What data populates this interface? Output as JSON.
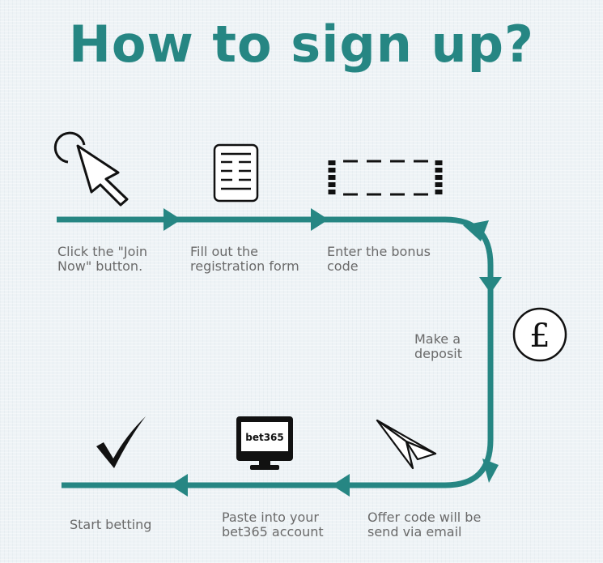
{
  "page": {
    "title": "How to sign up?",
    "title_color": "#268683",
    "path_color": "#268683"
  },
  "steps": [
    {
      "label": "Click the \"Join\nNow\" button.",
      "icon": "cursor-click-icon"
    },
    {
      "label": "Fill out the\nregistration form",
      "icon": "form-document-icon"
    },
    {
      "label": "Enter the bonus\ncode",
      "icon": "bonus-code-box-icon"
    },
    {
      "label": "Make a\ndeposit",
      "icon": "pound-coin-icon"
    },
    {
      "label": "Offer code will be\nsend via email",
      "icon": "paper-plane-icon"
    },
    {
      "label": "Paste into your\nbet365 account",
      "icon": "monitor-icon"
    },
    {
      "label": "Start betting",
      "icon": "checkmark-icon"
    }
  ],
  "monitor_text": "bet365"
}
